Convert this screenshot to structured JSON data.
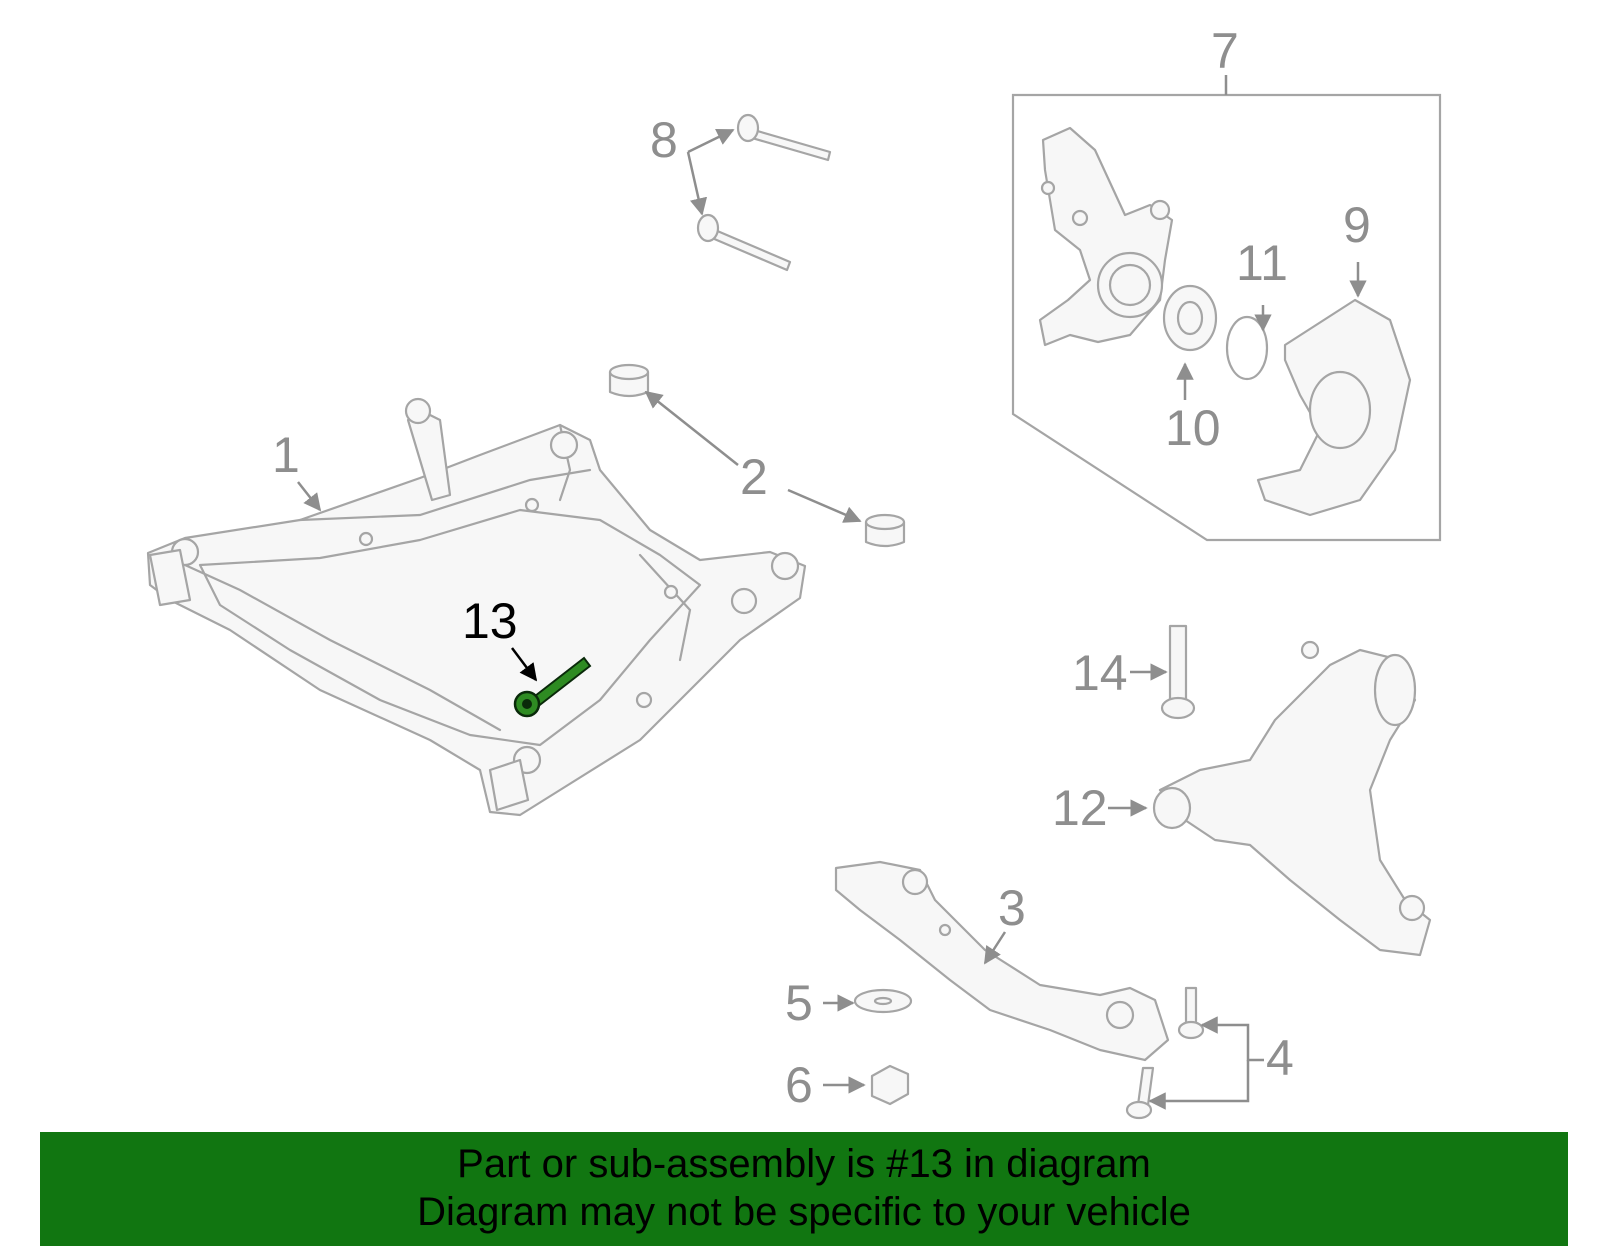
{
  "diagram": {
    "callouts": {
      "c1": "1",
      "c2": "2",
      "c3": "3",
      "c4": "4",
      "c5": "5",
      "c6": "6",
      "c7": "7",
      "c8": "8",
      "c9": "9",
      "c10": "10",
      "c11": "11",
      "c12": "12",
      "c13": "13",
      "c14": "14"
    },
    "highlighted_callout": "13"
  },
  "banner": {
    "line1": "Part or sub-assembly is #13 in diagram",
    "line2": "Diagram may not be specific to your vehicle"
  },
  "colors": {
    "banner_bg": "#117611",
    "highlight_part": "#2e8b22",
    "line_gray": "#a5a5a5",
    "label_gray": "#8e8e8e"
  }
}
